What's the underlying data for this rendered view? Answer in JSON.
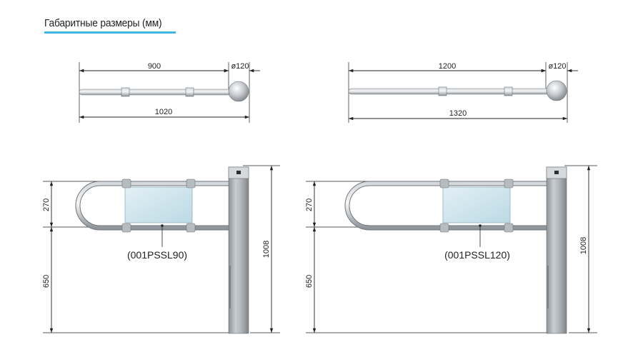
{
  "title": "Габаритные размеры (мм)",
  "accent_color": "#3fb6df",
  "glass_color": "#cfe6ee",
  "metal_color": "#a9aeb3",
  "top_left": {
    "arm_length": "900",
    "diameter": "ø120",
    "total_length": "1020"
  },
  "top_right": {
    "arm_length": "1200",
    "diameter": "ø120",
    "total_length": "1320"
  },
  "bottom_left": {
    "arm_height": "270",
    "floor_height": "650",
    "total_height": "1008",
    "model": "(001PSSL90)"
  },
  "bottom_right": {
    "arm_height": "270",
    "floor_height": "650",
    "total_height": "1008",
    "model": "(001PSSL120)"
  }
}
